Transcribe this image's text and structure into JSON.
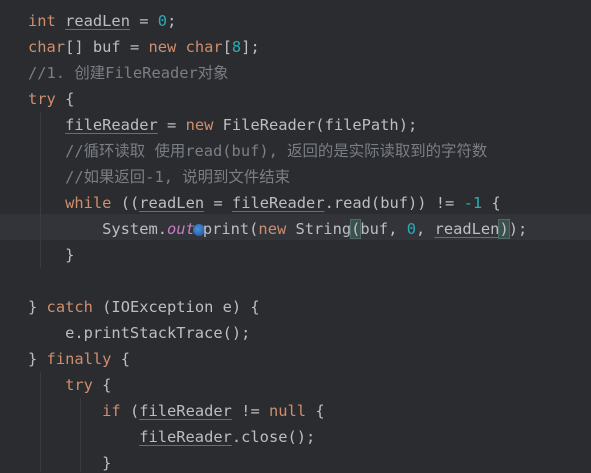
{
  "code_lines": [
    {
      "id": "l1",
      "tokens": [
        [
          "kw",
          "int"
        ],
        [
          "",
          "",
          " "
        ],
        [
          "var",
          "readLen"
        ],
        [
          "",
          "",
          " = "
        ],
        [
          "num",
          "0"
        ],
        [
          "",
          ";"
        ]
      ]
    },
    {
      "id": "l2",
      "tokens": [
        [
          "kw",
          "char"
        ],
        [
          "",
          "[] buf = "
        ],
        [
          "kw",
          "new "
        ],
        [
          "kw",
          "char"
        ],
        [
          "",
          "["
        ],
        [
          "num",
          "8"
        ],
        [
          "",
          "];"
        ]
      ]
    },
    {
      "id": "l3",
      "tokens": [
        [
          "cm",
          "//1. 创建FileReader对象"
        ]
      ]
    },
    {
      "id": "l4",
      "tokens": [
        [
          "kw",
          "try"
        ],
        [
          "",
          " {"
        ]
      ]
    },
    {
      "id": "l5",
      "tokens": [
        [
          "",
          "    "
        ],
        [
          "var",
          "fileReader"
        ],
        [
          "",
          " = "
        ],
        [
          "kw",
          "new "
        ],
        [
          "",
          "FileReader(filePath);"
        ]
      ]
    },
    {
      "id": "l6",
      "tokens": [
        [
          "",
          "    "
        ],
        [
          "cm",
          "//循环读取 使用read(buf), 返回的是实际读取到的字符数"
        ]
      ]
    },
    {
      "id": "l7",
      "tokens": [
        [
          "",
          "    "
        ],
        [
          "cm",
          "//如果返回-1, 说明到文件结束"
        ]
      ]
    },
    {
      "id": "l8",
      "tokens": [
        [
          "",
          "    "
        ],
        [
          "kw",
          "while "
        ],
        [
          "",
          "(("
        ],
        [
          "var",
          "readLen"
        ],
        [
          "",
          " = "
        ],
        [
          "var",
          "fileReader"
        ],
        [
          "",
          ".read(buf)) != "
        ],
        [
          "num",
          "-1"
        ],
        [
          "",
          " {"
        ]
      ]
    },
    {
      "id": "l9",
      "tokens": [
        [
          "",
          "        System."
        ],
        [
          "field",
          "out"
        ],
        [
          "caret",
          ""
        ],
        [
          "",
          "print("
        ],
        [
          "kw",
          "new "
        ],
        [
          "",
          "String"
        ],
        [
          "bh",
          "("
        ],
        [
          "",
          "buf, "
        ],
        [
          "num",
          "0"
        ],
        [
          "",
          ", "
        ],
        [
          "var",
          "readLen"
        ],
        [
          "bh",
          ")"
        ],
        [
          "",
          ");"
        ]
      ]
    },
    {
      "id": "l10",
      "tokens": [
        [
          "",
          "    }"
        ]
      ]
    },
    {
      "id": "l11",
      "tokens": [
        [
          "",
          ""
        ]
      ]
    },
    {
      "id": "l12",
      "tokens": [
        [
          "",
          "} "
        ],
        [
          "kw",
          "catch "
        ],
        [
          "",
          "(IOException e) {"
        ]
      ]
    },
    {
      "id": "l13",
      "tokens": [
        [
          "",
          "    e.printStackTrace();"
        ]
      ]
    },
    {
      "id": "l14",
      "tokens": [
        [
          "",
          "} "
        ],
        [
          "kw",
          "finally"
        ],
        [
          "",
          " {"
        ]
      ]
    },
    {
      "id": "l15",
      "tokens": [
        [
          "",
          "    "
        ],
        [
          "kw",
          "try"
        ],
        [
          "",
          " {"
        ]
      ]
    },
    {
      "id": "l16",
      "tokens": [
        [
          "",
          "        "
        ],
        [
          "kw",
          "if "
        ],
        [
          "",
          "("
        ],
        [
          "var",
          "fileReader"
        ],
        [
          "",
          " != "
        ],
        [
          "kw",
          "null"
        ],
        [
          "",
          " {"
        ]
      ]
    },
    {
      "id": "l17",
      "tokens": [
        [
          "",
          "            "
        ],
        [
          "var",
          "fileReader"
        ],
        [
          "",
          ".close();"
        ]
      ]
    },
    {
      "id": "l18",
      "tokens": [
        [
          "",
          "        }"
        ]
      ]
    }
  ],
  "colors": {
    "background": "#2b2c30",
    "keyword": "#cf8e6d",
    "number": "#2aacb8",
    "comment": "#7a7e85",
    "field": "#c77dbb",
    "text": "#bcbec4"
  }
}
